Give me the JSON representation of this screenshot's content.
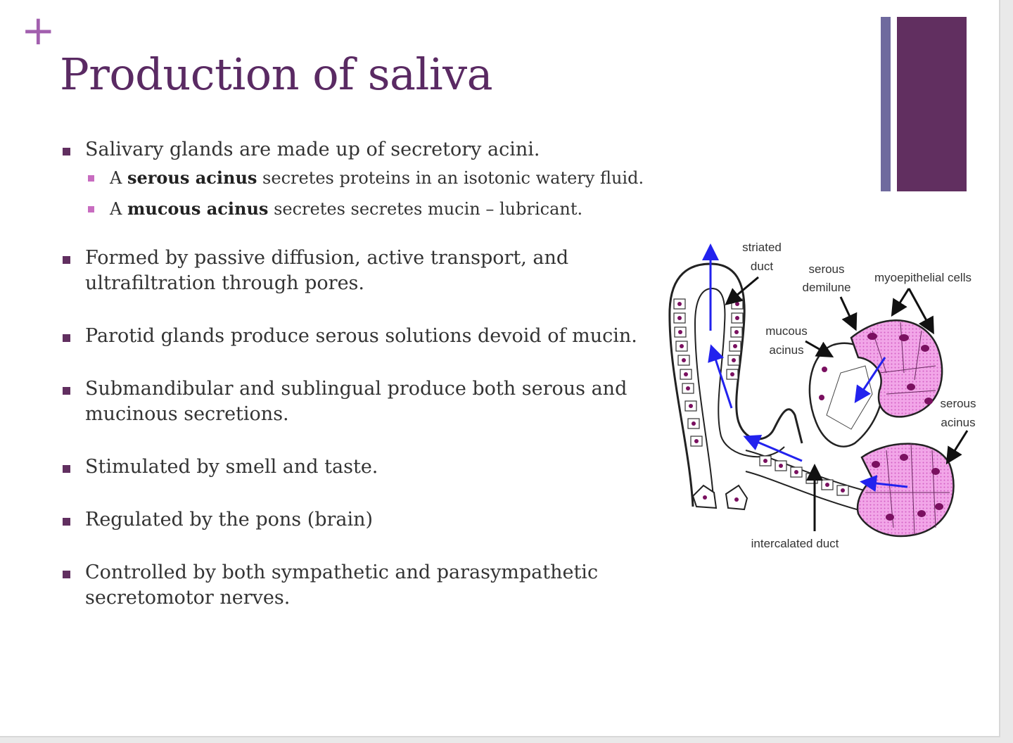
{
  "slide": {
    "plus_symbol": "+",
    "title": "Production of saliva",
    "accent_colors": {
      "title": "#5a2a63",
      "bar_thin": "#6f6a9e",
      "bar_thick": "#612f60",
      "sub_bullet": "#c86cc0"
    }
  },
  "bullets": {
    "b1": "Salivary glands are made up of secretory acini.",
    "b1_sub1": {
      "pre": "A ",
      "bold": "serous acinus",
      "post": " secretes proteins in an isotonic watery fluid."
    },
    "b1_sub2": {
      "pre": "A ",
      "bold": "mucous acinus",
      "post": " secretes secretes mucin – lubricant."
    },
    "b2": "Formed by passive diffusion, active transport, and ultrafiltration through pores.",
    "b3": "Parotid glands produce serous solutions devoid of mucin.",
    "b4": "Submandibular and sublingual produce both serous and mucinous secretions.",
    "b5": "Stimulated by smell and taste.",
    "b6": "Regulated by the pons (brain)",
    "b7": "Controlled by both sympathetic and parasympathetic secretomotor nerves."
  },
  "diagram": {
    "labels": {
      "striated_1": "striated",
      "striated_2": "duct",
      "serous_dem_1": "serous",
      "serous_dem_2": "demilune",
      "myoepithelial": "myoepithelial cells",
      "mucous_1": "mucous",
      "mucous_2": "acinus",
      "serous_ac_1": "serous",
      "serous_ac_2": "acinus",
      "intercalated": "intercalated duct"
    }
  }
}
